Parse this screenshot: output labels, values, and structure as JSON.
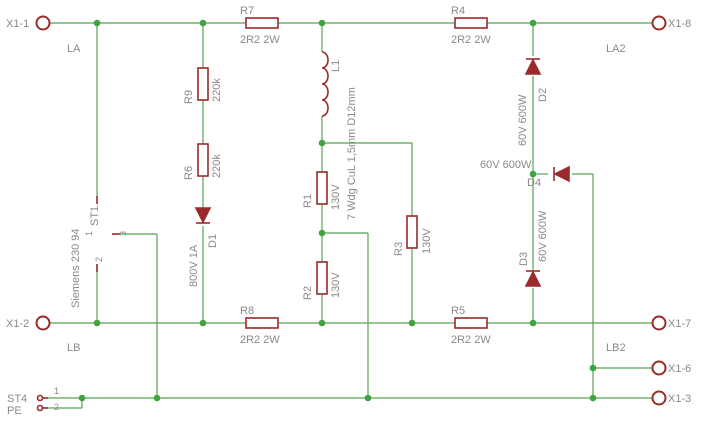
{
  "connectors": {
    "x1_1": "X1-1",
    "x1_2": "X1-2",
    "x1_8": "X1-8",
    "x1_7": "X1-7",
    "x1_6": "X1-6",
    "x1_3": "X1-3",
    "st4": "ST4",
    "pe": "PE",
    "st4_pin1": "1",
    "st4_pin2": "2"
  },
  "nets": {
    "la": "LA",
    "lb": "LB",
    "la2": "LA2",
    "lb2": "LB2"
  },
  "components": {
    "r7": {
      "name": "R7",
      "value": "2R2 2W"
    },
    "r4": {
      "name": "R4",
      "value": "2R2 2W"
    },
    "r8": {
      "name": "R8",
      "value": "2R2 2W"
    },
    "r5": {
      "name": "R5",
      "value": "2R2 2W"
    },
    "r9": {
      "name": "R9",
      "value": "220k"
    },
    "r6": {
      "name": "R6",
      "value": "220k"
    },
    "d1": {
      "name": "D1",
      "value": "800V 1A"
    },
    "l1": {
      "name": "L1",
      "value": "7 Wdg CuL 1,5mm D12mm"
    },
    "r1": {
      "name": "R1",
      "value": "130V"
    },
    "r2": {
      "name": "R2",
      "value": "130V"
    },
    "r3": {
      "name": "R3",
      "value": "130V"
    },
    "d2": {
      "name": "D2",
      "value": "60V 600W"
    },
    "d3": {
      "name": "D3",
      "value": "60V 600W"
    },
    "d4": {
      "name": "D4",
      "value": "60V 600W"
    },
    "st1": {
      "name": "ST1",
      "value": "Siemens 230 94",
      "pin1": "1",
      "pin2": "2",
      "pin3": "3"
    }
  }
}
